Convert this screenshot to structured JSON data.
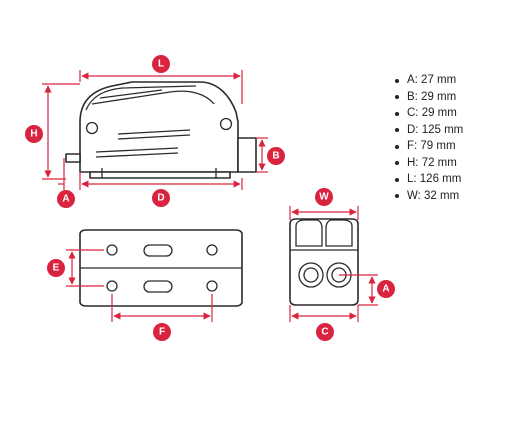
{
  "badges": {
    "length": "L",
    "height": "H",
    "block_height": "B",
    "offset_side": "A",
    "depth": "D",
    "width": "W",
    "hole_spacing": "E",
    "hole_pitch": "F",
    "offset_front": "A",
    "base_width": "C"
  },
  "specs": [
    {
      "label": "A: 27 mm"
    },
    {
      "label": "B: 29 mm"
    },
    {
      "label": "C: 29 mm"
    },
    {
      "label": "D: 125 mm"
    },
    {
      "label": "F: 79 mm"
    },
    {
      "label": "H: 72 mm"
    },
    {
      "label": "L: 126 mm"
    },
    {
      "label": "W: 32 mm"
    }
  ],
  "colors": {
    "dimension_red": "#d9243f",
    "outline": "#2b2b2b"
  }
}
